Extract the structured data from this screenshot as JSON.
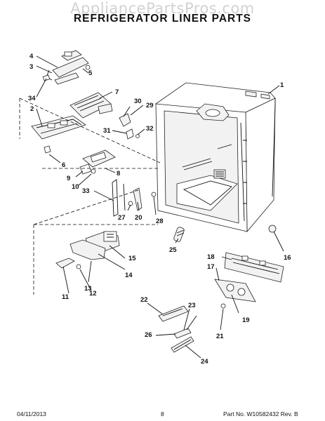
{
  "watermark": "AppliancePartsPros.com",
  "title": "REFRIGERATOR LINER PARTS",
  "footer": {
    "date": "04/11/2013",
    "page": "8",
    "part_no": "Part No. W10582432  Rev. B"
  },
  "callouts": [
    "1",
    "2",
    "3",
    "4",
    "5",
    "6",
    "7",
    "8",
    "9",
    "10",
    "11",
    "12",
    "13",
    "14",
    "15",
    "16",
    "17",
    "18",
    "19",
    "20",
    "21",
    "22",
    "23",
    "24",
    "25",
    "26",
    "27",
    "28",
    "29",
    "30",
    "31",
    "32",
    "33",
    "34"
  ]
}
